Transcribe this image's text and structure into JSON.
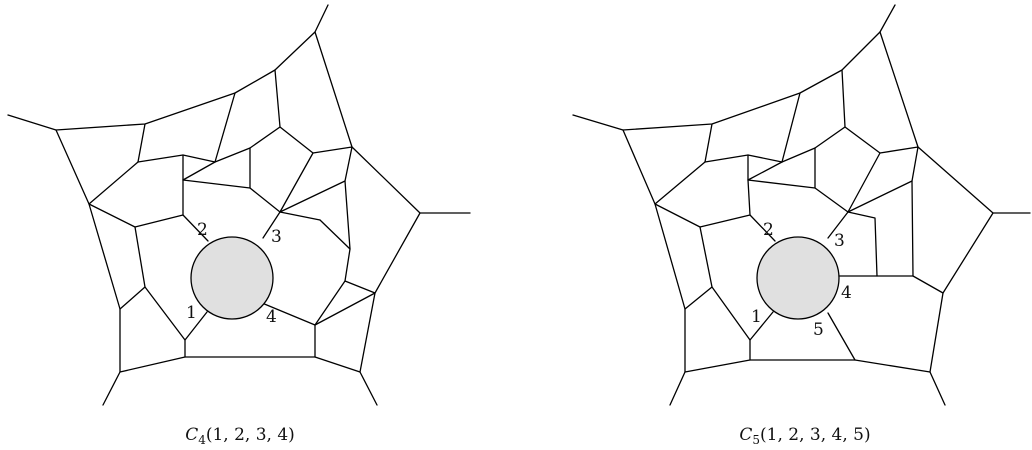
{
  "diagrams": [
    {
      "caption": {
        "symbol": "C",
        "index": "4",
        "args": "(1, 2, 3, 4)"
      },
      "ports": [
        "1",
        "2",
        "3",
        "4"
      ]
    },
    {
      "caption": {
        "symbol": "C",
        "index": "5",
        "args": "(1, 2, 3, 4, 5)"
      },
      "ports": [
        "1",
        "2",
        "3",
        "4",
        "5"
      ]
    }
  ]
}
